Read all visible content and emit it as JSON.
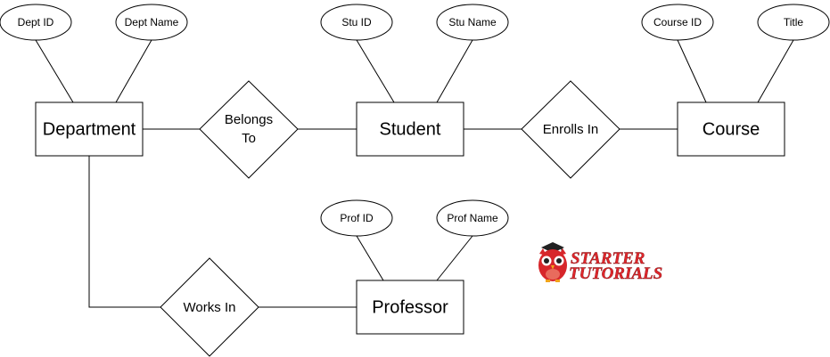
{
  "entities": {
    "department": "Department",
    "student": "Student",
    "course": "Course",
    "professor": "Professor"
  },
  "relationships": {
    "belongs_to_line1": "Belongs",
    "belongs_to_line2": "To",
    "enrolls_in": "Enrolls In",
    "works_in": "Works In"
  },
  "attributes": {
    "dept_id": "Dept ID",
    "dept_name": "Dept Name",
    "stu_id": "Stu ID",
    "stu_name": "Stu Name",
    "course_id": "Course ID",
    "title": "Title",
    "prof_id": "Prof ID",
    "prof_name": "Prof Name"
  },
  "logo": {
    "line1": "STARTER",
    "line2": "TUTORIALS",
    "color": "#e0262b",
    "owl_color": "#d7262a"
  }
}
